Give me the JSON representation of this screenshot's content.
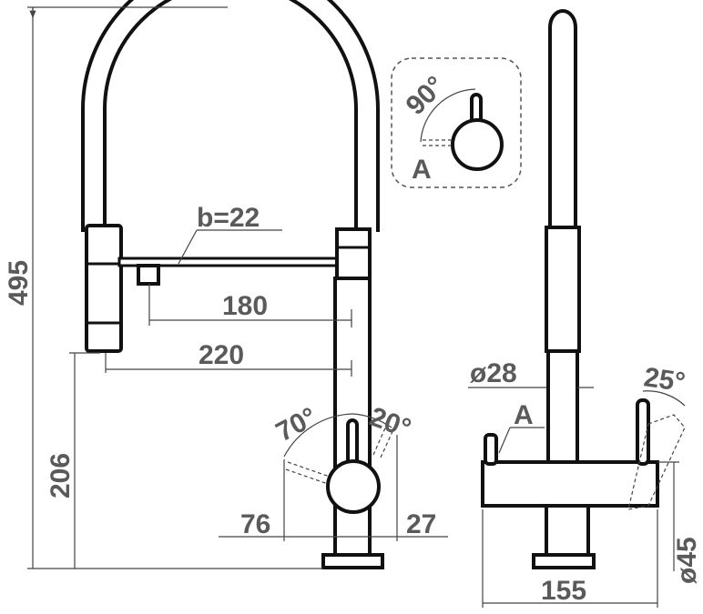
{
  "labels": {
    "height_total": "495",
    "height_spout": "206",
    "hose_diameter": "b=22",
    "reach_180": "180",
    "reach_220": "220",
    "angle_70": "70°",
    "angle_20": "20°",
    "offset_76": "76",
    "offset_27": "27",
    "angle_90": "90°",
    "detail_a": "A",
    "body_diameter": "ø28",
    "side_a": "A",
    "angle_25": "25°",
    "base_diameter": "ø45",
    "depth_155": "155"
  },
  "colors": {
    "line": "#111111",
    "dimension_text": "#5a5a5a"
  }
}
